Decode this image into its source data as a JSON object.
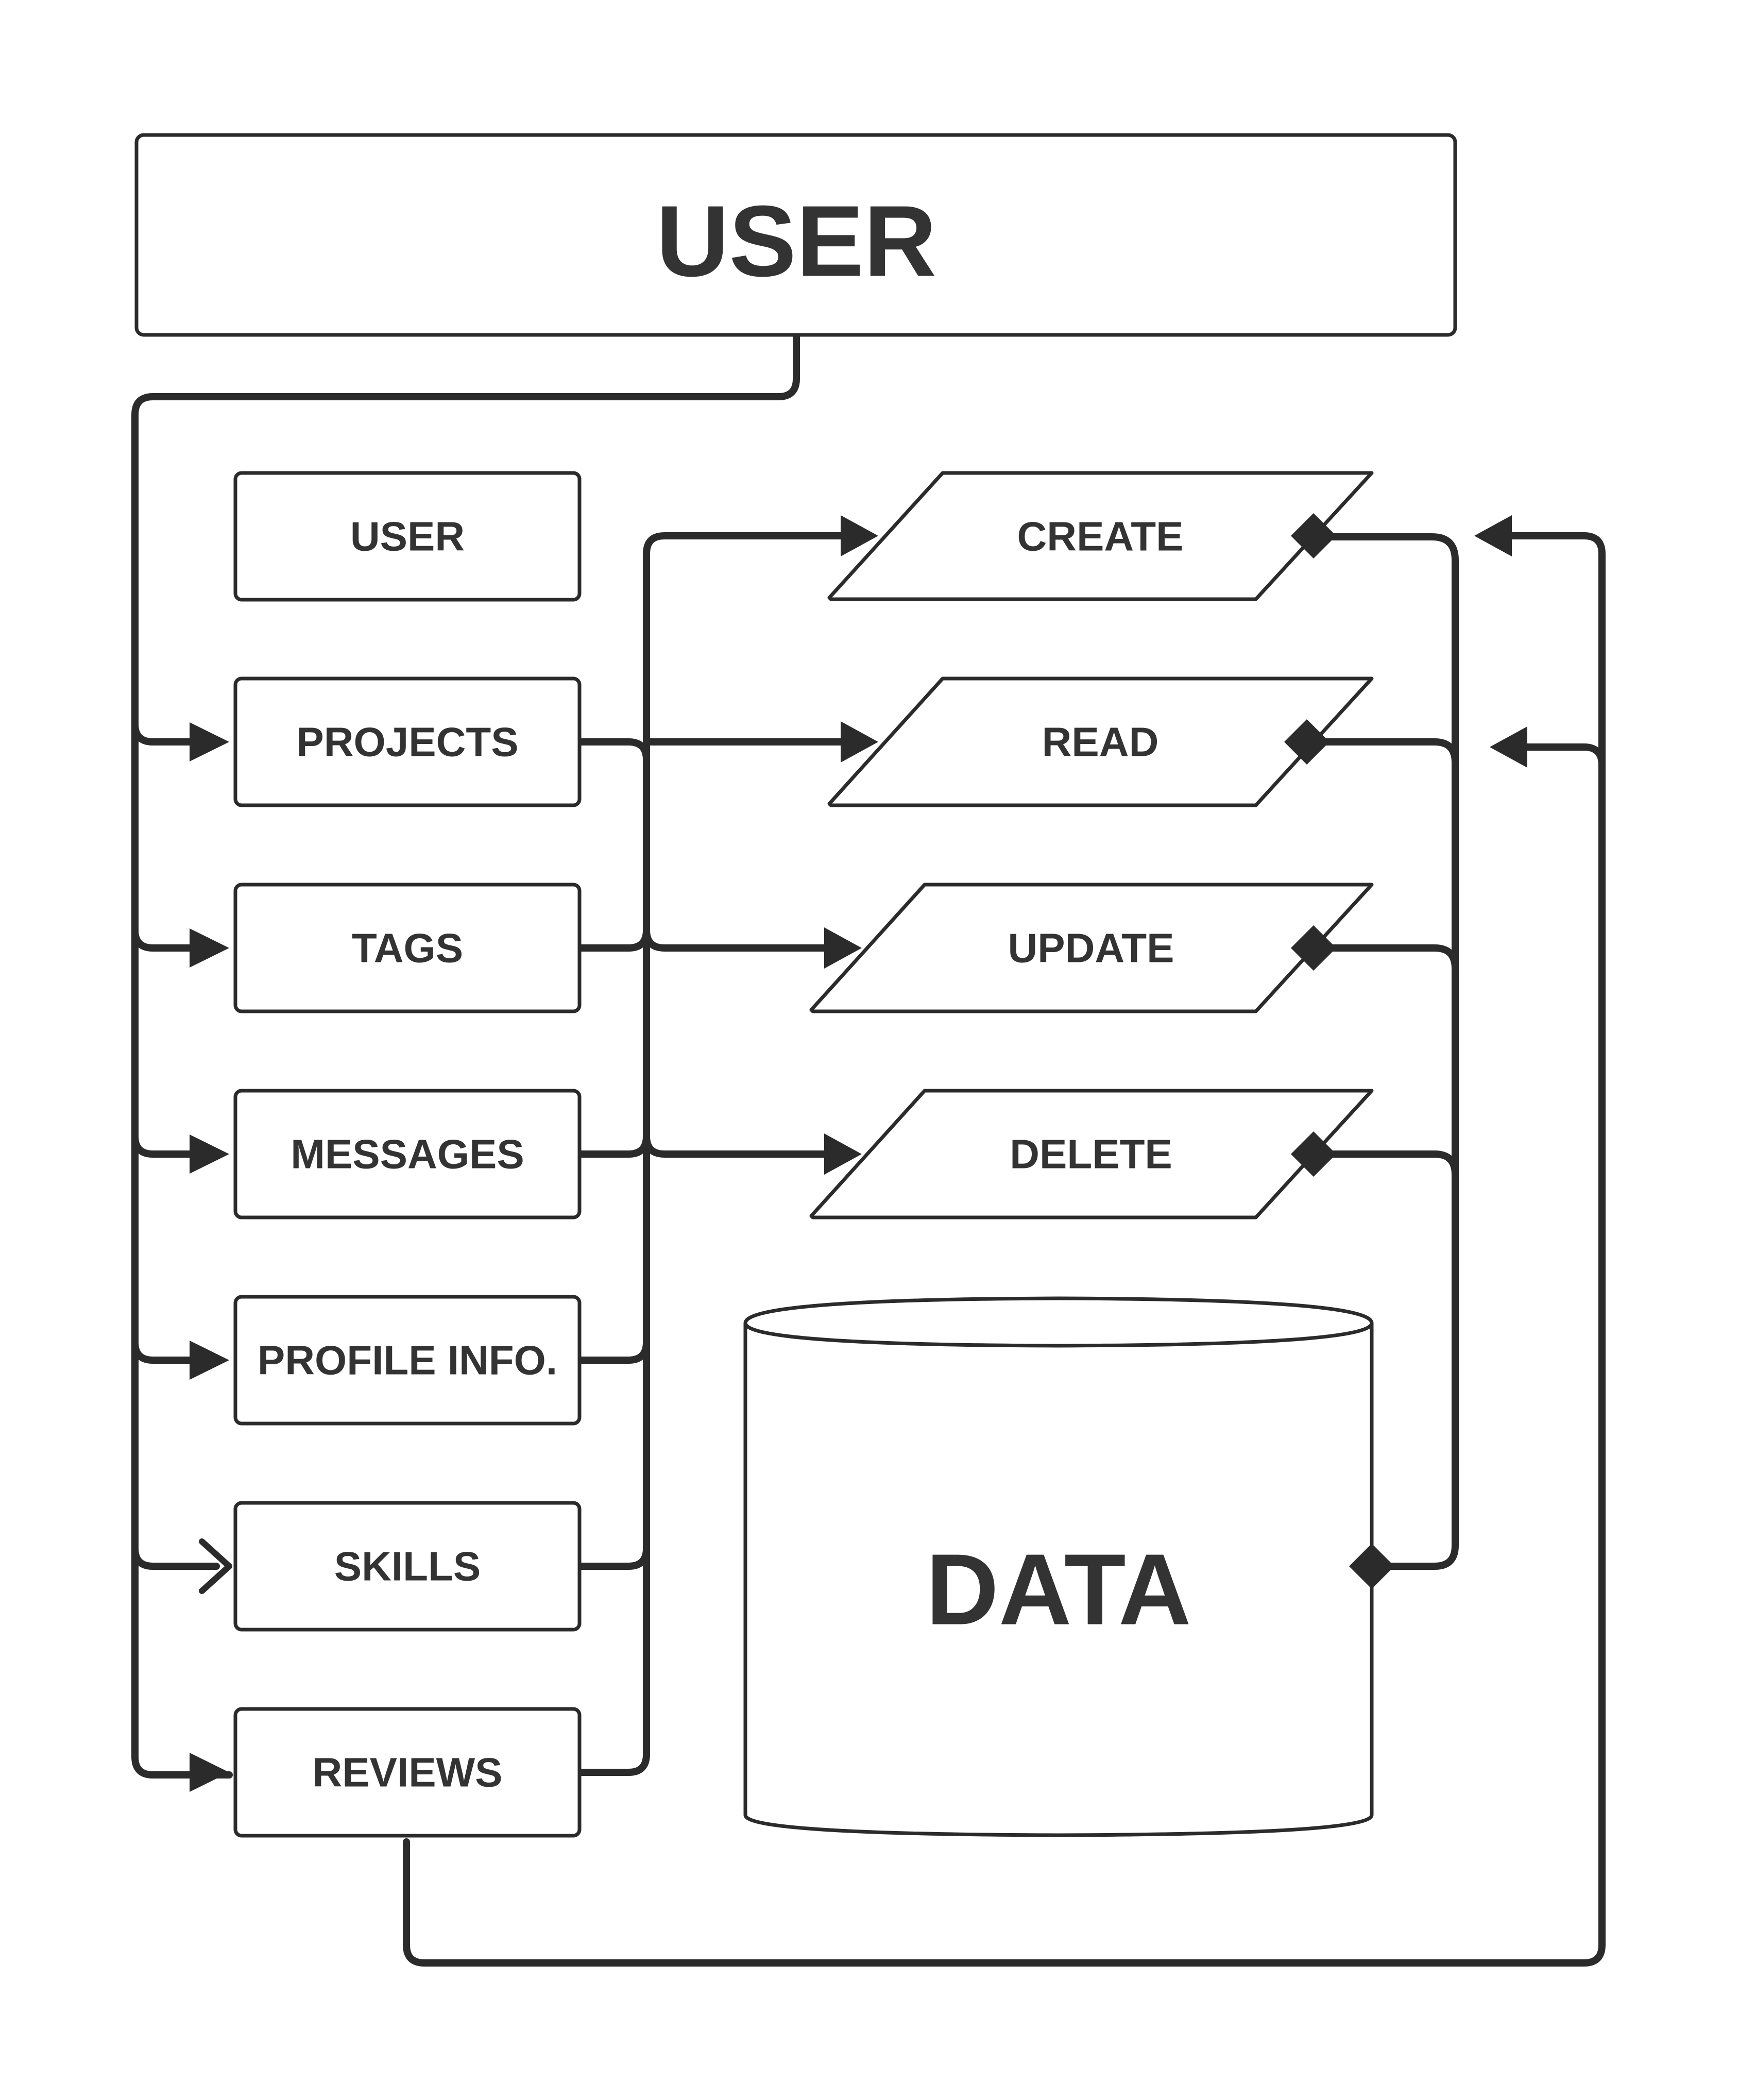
{
  "header": {
    "title": "USER"
  },
  "entities": [
    {
      "id": "user",
      "label": "USER"
    },
    {
      "id": "projects",
      "label": "PROJECTS"
    },
    {
      "id": "tags",
      "label": "TAGS"
    },
    {
      "id": "messages",
      "label": "MESSAGES"
    },
    {
      "id": "profile",
      "label": "PROFILE INFO."
    },
    {
      "id": "skills",
      "label": "SKILLS"
    },
    {
      "id": "reviews",
      "label": "REVIEWS"
    }
  ],
  "operations": [
    {
      "id": "create",
      "label": "CREATE"
    },
    {
      "id": "read",
      "label": "READ"
    },
    {
      "id": "update",
      "label": "UPDATE"
    },
    {
      "id": "delete",
      "label": "DELETE"
    }
  ],
  "store": {
    "label": "DATA"
  },
  "colors": {
    "stroke": "#2b2b2b",
    "text": "#333333",
    "background": "#ffffff"
  }
}
